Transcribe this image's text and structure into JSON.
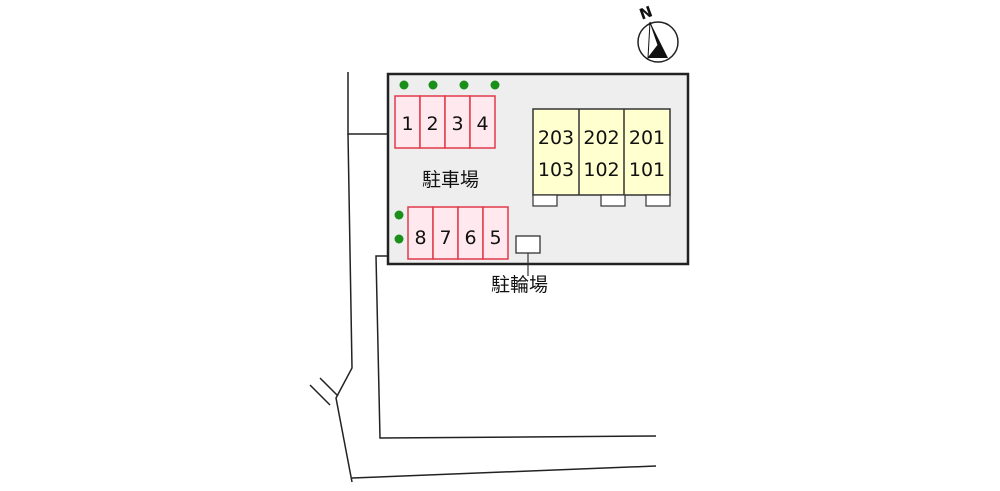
{
  "compass": {
    "label": "N"
  },
  "parking": {
    "label": "駐車場",
    "spaces_top": [
      "1",
      "2",
      "3",
      "4"
    ],
    "spaces_bottom": [
      "8",
      "7",
      "6",
      "5"
    ]
  },
  "bicycle_parking": {
    "label": "駐輪場"
  },
  "building": {
    "floor2": [
      "203",
      "202",
      "201"
    ],
    "floor1": [
      "103",
      "102",
      "101"
    ]
  },
  "colors": {
    "lot_fill": "#eeeeee",
    "parking_fill": "#ffe9ee",
    "parking_stroke": "#e03a4a",
    "building_fill": "#ffffcf",
    "tree": "#1a8f1a",
    "line": "#222222"
  }
}
